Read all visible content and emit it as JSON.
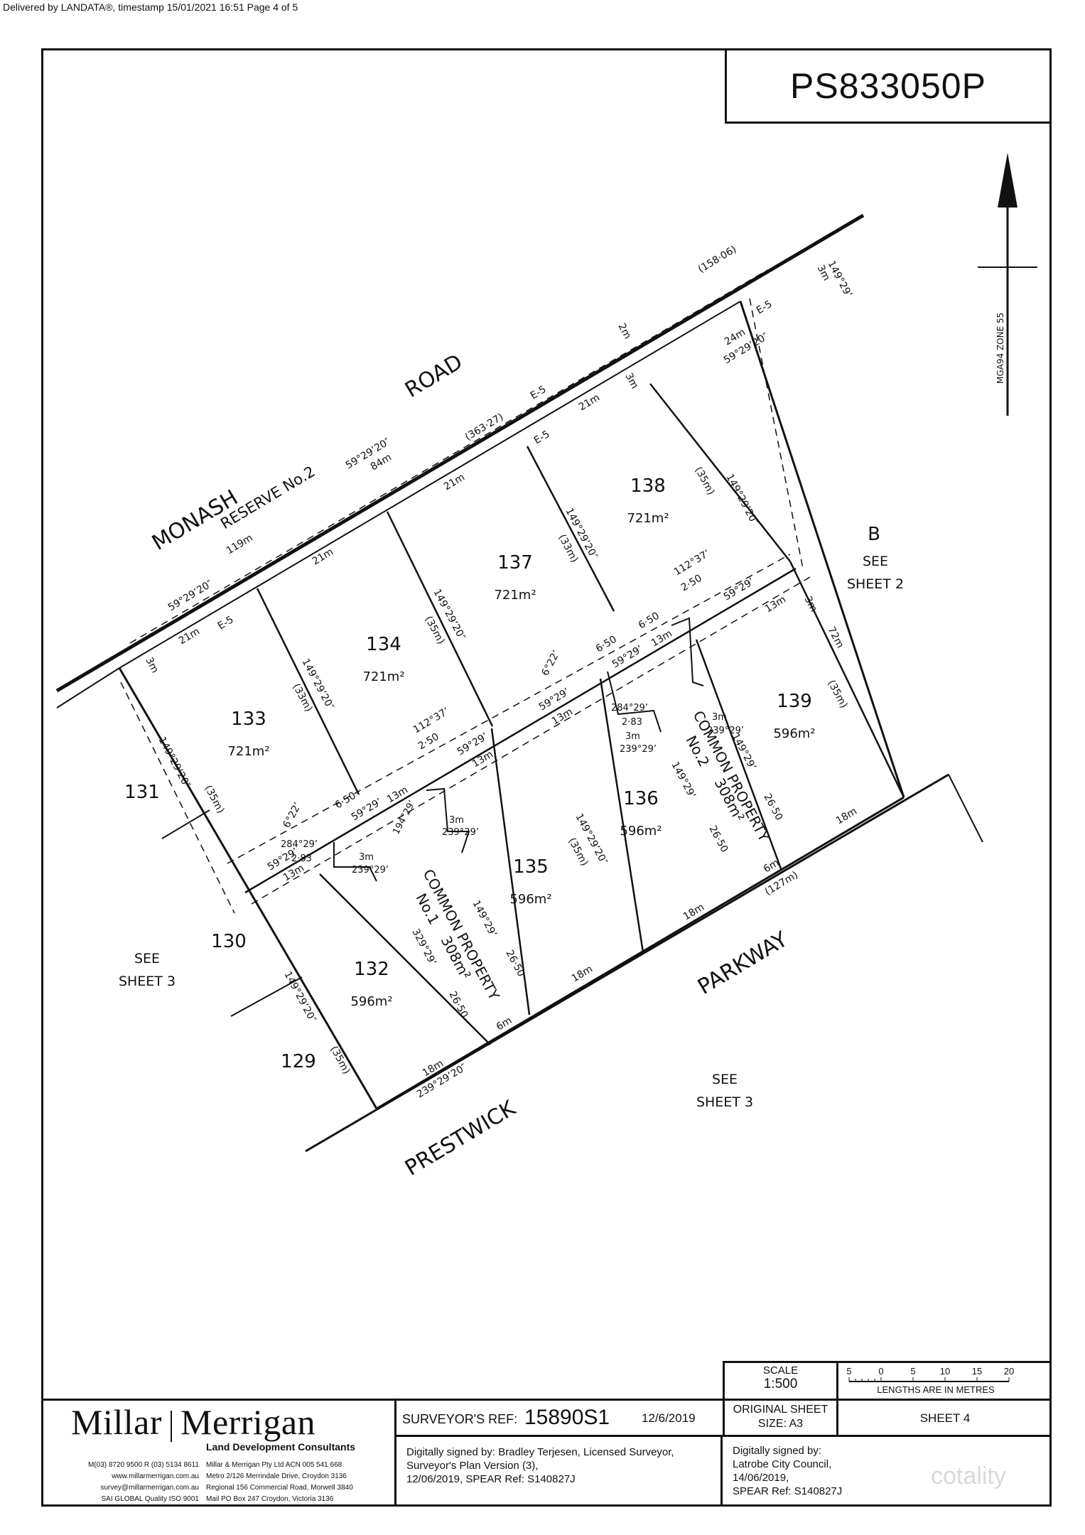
{
  "delivery_header": "Delivered by LANDATA®, timestamp 15/01/2021 16:51   Page 4 of 5",
  "plan_number": "PS833050P",
  "north": {
    "zone_label": "MGA94 ZONE 55"
  },
  "roads": {
    "monash": "MONASH",
    "road": "ROAD",
    "reserve": "RESERVE No.2",
    "prestwick": "PRESTWICK",
    "parkway": "PARKWAY"
  },
  "lots": [
    {
      "id": "133",
      "area": "721m²"
    },
    {
      "id": "134",
      "area": "721m²"
    },
    {
      "id": "137",
      "area": "721m²"
    },
    {
      "id": "138",
      "area": "721m²"
    },
    {
      "id": "132",
      "area": "596m²"
    },
    {
      "id": "135",
      "area": "596m²"
    },
    {
      "id": "136",
      "area": "596m²"
    },
    {
      "id": "139",
      "area": "596m²"
    }
  ],
  "common_property": [
    {
      "line1": "COMMON PROPERTY",
      "line2": "No.1",
      "area": "308m²"
    },
    {
      "line1": "COMMON PROPERTY",
      "line2": "No.2",
      "area": "308m²"
    }
  ],
  "neighbours": {
    "n131": "131",
    "n130": "130",
    "n129": "129",
    "see_sheet3_left_a": "SEE",
    "see_sheet3_left_b": "SHEET 3",
    "see_sheet3_bottom_a": "SEE",
    "see_sheet3_bottom_b": "SHEET 3",
    "b_letter": "B",
    "see_sheet2_a": "SEE",
    "see_sheet2_b": "SHEET 2"
  },
  "dims": {
    "d158": "(158·06)",
    "b149_3m": "149°29’",
    "three_m": "3m",
    "two_m": "2m",
    "e5": "E-5",
    "d24": "24m",
    "b59_2920": "59°29’20″",
    "d21": "21m",
    "d363": "(363·27)",
    "d84": "84m",
    "d119": "119m",
    "d35": "(35m)",
    "d33": "(33m)",
    "b149_2920": "149°29’20″",
    "b112": "112°37’",
    "d250": "2·50",
    "d650": "6·50",
    "b59_29": "59°29’",
    "d13": "13m",
    "b6_22": "6°22’",
    "b149_29": "149°29’",
    "d650p": "(6·50)",
    "b194": "194°29’",
    "d283": "2·83",
    "b284": "284°29’",
    "b239": "239°29’",
    "b329": "329°29’",
    "d72": "72m",
    "d2650": "26·50",
    "d18": "18m",
    "d6": "6m",
    "d127": "(127m)",
    "b239_2920": "239°29’20″"
  },
  "scale": {
    "label": "SCALE",
    "ratio": "1:500",
    "ticks": [
      "5",
      "0",
      "5",
      "10",
      "15",
      "20"
    ],
    "caption": "LENGTHS ARE IN METRES"
  },
  "original_sheet": {
    "line1": "ORIGINAL SHEET",
    "line2": "SIZE: A3"
  },
  "sheet": "SHEET  4",
  "surveyor": {
    "label": "SURVEYOR'S REF:",
    "ref": "15890S1",
    "date": "12/6/2019"
  },
  "firm": {
    "name_left": "Millar",
    "name_right": "Merrigan",
    "subtitle": "Land Development Consultants",
    "contact": [
      "M(03) 8720 9500 R (03) 5134 8611",
      "www.millarmerrigan.com.au",
      "survey@millarmerrigan.com.au",
      "SAI GLOBAL   Quality ISO 9001"
    ],
    "offices": [
      "Millar & Merrigan Pty Ltd  ACN 005 541 668",
      "Metro 2/126 Merrindale Drive, Croydon 3136",
      "Regional 156 Commercial Road, Morwell 3840",
      "Mail PO Box 247 Croydon, Victoria 3136"
    ]
  },
  "signature_surveyor": [
    "Digitally signed by: Bradley Terjesen, Licensed Surveyor,",
    "Surveyor's Plan Version (3),",
    "12/06/2019, SPEAR Ref: S140827J"
  ],
  "signature_council": [
    "Digitally signed by:",
    "Latrobe City Council,",
    "14/06/2019,",
    "SPEAR Ref: S140827J"
  ],
  "watermark": "cotality"
}
